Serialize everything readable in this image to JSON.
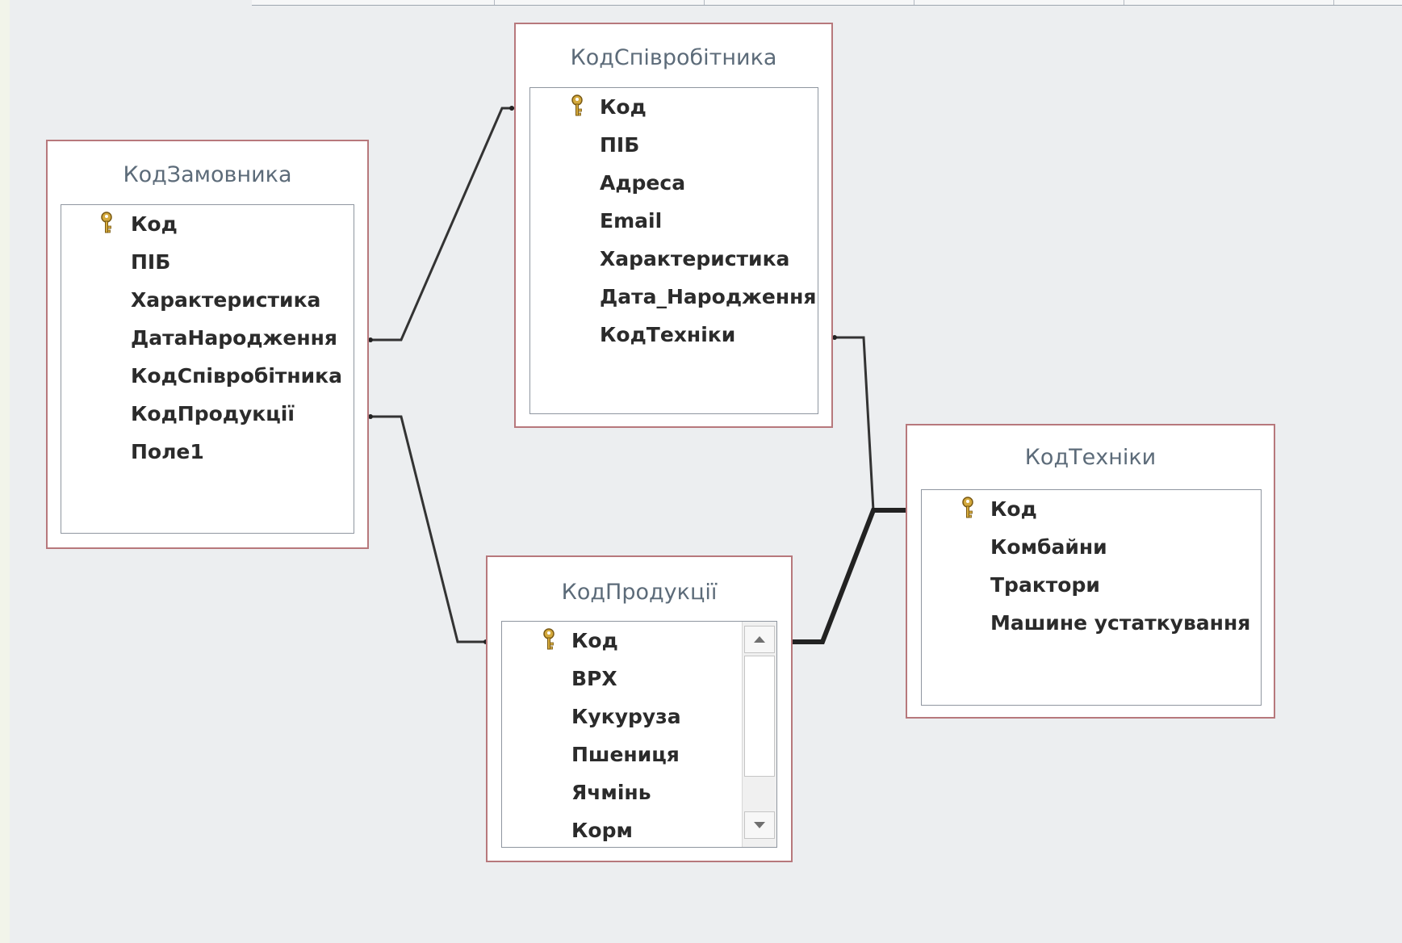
{
  "tables": {
    "customer": {
      "title": "КодЗамовника",
      "fields": [
        "Код",
        "ПІБ",
        "Характеристика",
        "ДатаНародження",
        "КодСпівробітника",
        "КодПродукції",
        "Поле1"
      ]
    },
    "employee": {
      "title": "КодСпівробітника",
      "fields": [
        "Код",
        "ПІБ",
        "Адреса",
        "Email",
        "Характеристика",
        "Дата_Народження",
        "КодТехніки"
      ]
    },
    "product": {
      "title": "КодПродукції",
      "fields": [
        "Код",
        "ВРХ",
        "Кукуруза",
        "Пшениця",
        "Ячмінь",
        "Корм"
      ]
    },
    "equipment": {
      "title": "КодТехніки",
      "fields": [
        "Код",
        "Комбайни",
        "Трактори",
        "Машине устаткування"
      ]
    }
  },
  "colors": {
    "canvas": "#eceef0",
    "table_border": "#b7787c",
    "title_text": "#5c6b79",
    "field_text": "#2b2b2b",
    "link_line": "#333333",
    "key_icon": "#d4a93c"
  },
  "icons": {
    "primary_key": "key-icon",
    "scroll_up": "chevron-up-icon",
    "scroll_down": "chevron-down-icon"
  }
}
